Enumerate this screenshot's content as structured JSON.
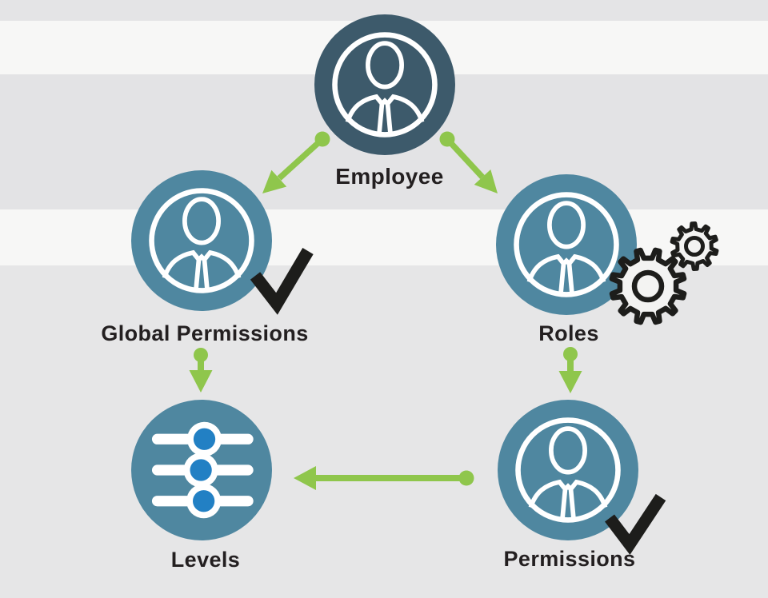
{
  "colors": {
    "canvas-bg": "#e6e6e7",
    "band-top": "#e4e4e6",
    "band-mid": "#e3e3e5",
    "band-light": "#f7f7f6",
    "node-dark": "#3d5a6b",
    "node-light": "#4f87a0",
    "arrow-green": "#8fc64c",
    "knob-blue": "#2280c4",
    "ink": "#1d1d1b",
    "label-color": "#231f20",
    "gear-fill": "#f3f3f2"
  },
  "nodes": {
    "employee": {
      "label": "Employee",
      "icon": "person-icon"
    },
    "global_permissions": {
      "label": "Global Permissions",
      "icon": "person-icon",
      "badge": "checkmark-icon"
    },
    "roles": {
      "label": "Roles",
      "icon": "person-icon",
      "badge": "gears-icon"
    },
    "levels": {
      "label": "Levels",
      "icon": "sliders-icon"
    },
    "permissions": {
      "label": "Permissions",
      "icon": "person-icon",
      "badge": "checkmark-icon"
    }
  },
  "edges": [
    {
      "from": "Employee",
      "to": "Global Permissions"
    },
    {
      "from": "Employee",
      "to": "Roles"
    },
    {
      "from": "Global Permissions",
      "to": "Levels"
    },
    {
      "from": "Roles",
      "to": "Permissions"
    },
    {
      "from": "Permissions",
      "to": "Levels"
    }
  ]
}
